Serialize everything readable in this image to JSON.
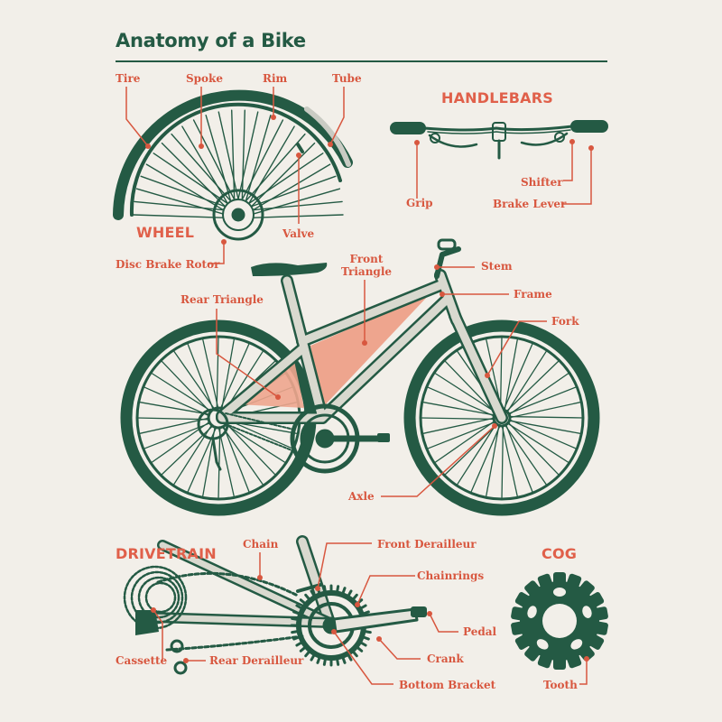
{
  "title": "Anatomy of a Bike",
  "colors": {
    "green": "#245a44",
    "coral": "#e0604a",
    "paper": "#f2efe9",
    "triangle_fill": "#eea58e"
  },
  "sections": {
    "wheel": "WHEEL",
    "handlebars": "HANDLEBARS",
    "drivetrain": "DRIVETRAIN",
    "cog": "COG"
  },
  "wheel_labels": {
    "tire": "Tire",
    "spoke": "Spoke",
    "rim": "Rim",
    "tube": "Tube",
    "valve": "Valve",
    "disc_brake_rotor": "Disc Brake Rotor"
  },
  "handlebar_labels": {
    "grip": "Grip",
    "shifter": "Shifter",
    "brake_lever": "Brake Lever"
  },
  "bike_labels": {
    "stem": "Stem",
    "frame": "Frame",
    "fork": "Fork",
    "front_triangle_line1": "Front",
    "front_triangle_line2": "Triangle",
    "rear_triangle": "Rear Triangle",
    "axle": "Axle"
  },
  "drivetrain_labels": {
    "chain": "Chain",
    "front_derailleur": "Front Derailleur",
    "chainrings": "Chainrings",
    "pedal": "Pedal",
    "crank": "Crank",
    "bottom_bracket": "Bottom Bracket",
    "cassette": "Cassette",
    "rear_derailleur": "Rear Derailleur"
  },
  "cog_labels": {
    "tooth": "Tooth"
  }
}
